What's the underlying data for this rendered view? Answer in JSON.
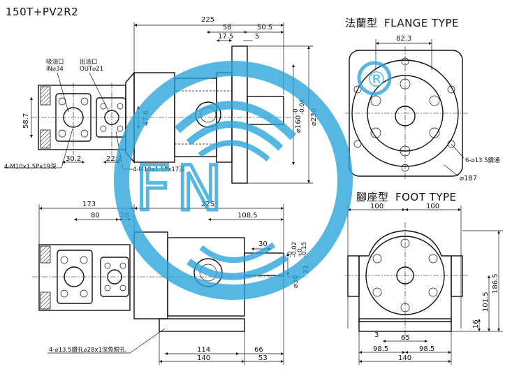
{
  "model": "150T+PV2R2",
  "brand": {
    "letters": "FN",
    "registered_mark": "®",
    "watermark_color": "#29a3dc"
  },
  "top_view": {
    "inlet_label": "吸油口",
    "inlet_size": "IN⌀34",
    "outlet_label": "出油口",
    "outlet_size": "OUT⌀21",
    "dims": {
      "overall_length": "225",
      "flange_dist": "58",
      "flange_right": "50.5",
      "pilot": "17.5",
      "shaft_step": "5",
      "port_height": "58.7",
      "port_spacing": "30.2",
      "outlet_spacing": "22.2",
      "outlet_height": "47.6",
      "pilot_diameter": "⌀160",
      "pilot_tol_upper": "-0",
      "pilot_tol_lower": "-0.04",
      "flange_diameter": "⌀230"
    },
    "inlet_thread": "4-M10x1.5Px19深",
    "outlet_thread": "4-M10x1.5Px17深"
  },
  "flange_view": {
    "title_cn": "法蘭型",
    "title_en": "FLANGE TYPE",
    "width": "82.3",
    "bolt_holes": "6-⌀13.5鑽通",
    "pcd": "⌀187"
  },
  "side_view": {
    "dims": {
      "motor_len": "173",
      "port_spacing": "80",
      "port_offset": "28",
      "overall_length": "225",
      "flange_to_end": "108.5",
      "shaft_len": "30",
      "shaft_dia": "⌀30",
      "shaft_tol_a_upper": "-0",
      "shaft_tol_a_lower": "-0.02",
      "shaft_tol_b_upper": "+0",
      "shaft_tol_b_lower": "-0.15",
      "key_height": "33",
      "foot_holes": "114",
      "foot_len": "140",
      "foot_offset": "66",
      "foot_end": "53"
    },
    "foot_holes_note": "4-⌀13.5鑽孔⌀28x1深魚眼孔"
  },
  "foot_view": {
    "title_cn": "腳座型",
    "title_en": "FOOT TYPE",
    "dims": {
      "half_width_left": "100",
      "half_width_right": "100",
      "total_height": "186.5",
      "center_height": "101.5",
      "base_thickness": "16",
      "slot": "3",
      "base_center": "65",
      "hole_left": "98.5",
      "hole_right": "98.5",
      "base_width": "140"
    }
  }
}
